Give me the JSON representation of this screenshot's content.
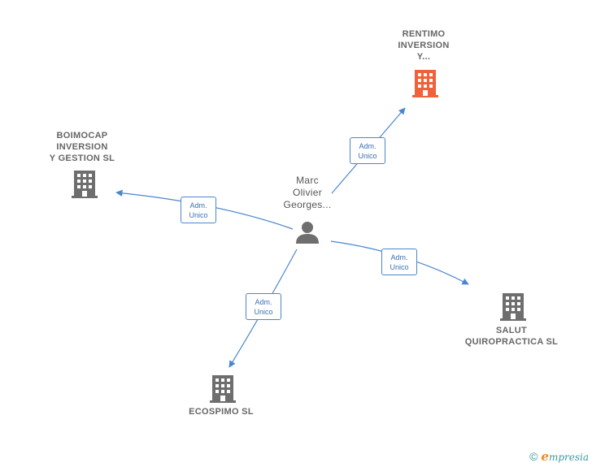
{
  "person": {
    "lines": [
      "Marc",
      "Olivier",
      "Georges..."
    ]
  },
  "companies": {
    "rentimo": {
      "lines": [
        "RENTIMO",
        "INVERSION",
        "Y..."
      ],
      "color": "#f0603a"
    },
    "boimocap": {
      "lines": [
        "BOIMOCAP",
        "INVERSION",
        "Y GESTION  SL"
      ],
      "color": "#6e6e6e"
    },
    "salut": {
      "lines": [
        "SALUT",
        "QUIROPRACTICA SL"
      ],
      "color": "#6e6e6e"
    },
    "ecospimo": {
      "lines": [
        "ECOSPIMO  SL"
      ],
      "color": "#6e6e6e"
    }
  },
  "edges": {
    "rentimo": {
      "lines": [
        "Adm.",
        "Unico"
      ]
    },
    "boimocap": {
      "lines": [
        "Adm.",
        "Unico"
      ]
    },
    "salut": {
      "lines": [
        "Adm.",
        "Unico"
      ]
    },
    "ecospimo": {
      "lines": [
        "Adm.",
        "Unico"
      ]
    }
  },
  "edge_color": "#4a86d0",
  "footer": {
    "copyright": "©",
    "brand_initial": "e",
    "brand_rest": "mpresia"
  }
}
